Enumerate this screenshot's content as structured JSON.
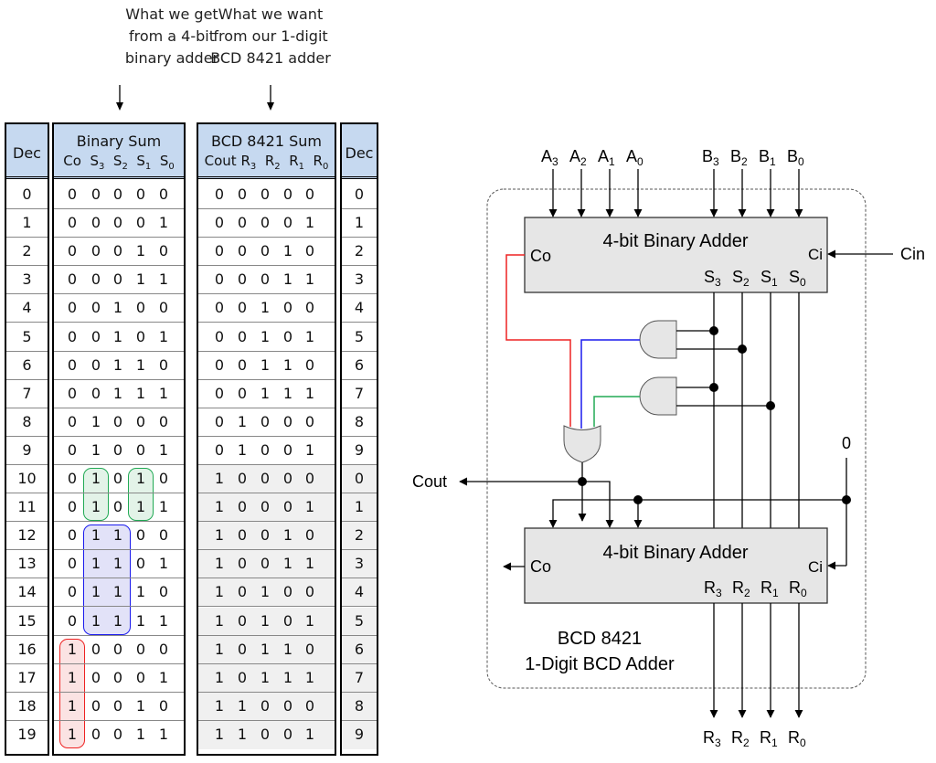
{
  "captions": {
    "left": [
      "What we get",
      "from a 4-bit",
      "binary adder"
    ],
    "right": [
      "What we want",
      "from our 1-digit",
      "BCD 8421 adder"
    ]
  },
  "table_left": {
    "dec_header": "Dec",
    "sum_title": "Binary Sum",
    "sum_cols": [
      {
        "base": "Co",
        "sub": ""
      },
      {
        "base": "S",
        "sub": "3"
      },
      {
        "base": "S",
        "sub": "2"
      },
      {
        "base": "S",
        "sub": "1"
      },
      {
        "base": "S",
        "sub": "0"
      }
    ],
    "rows": [
      {
        "dec": "0",
        "bits": [
          "0",
          "0",
          "0",
          "0",
          "0"
        ]
      },
      {
        "dec": "1",
        "bits": [
          "0",
          "0",
          "0",
          "0",
          "1"
        ]
      },
      {
        "dec": "2",
        "bits": [
          "0",
          "0",
          "0",
          "1",
          "0"
        ]
      },
      {
        "dec": "3",
        "bits": [
          "0",
          "0",
          "0",
          "1",
          "1"
        ]
      },
      {
        "dec": "4",
        "bits": [
          "0",
          "0",
          "1",
          "0",
          "0"
        ]
      },
      {
        "dec": "5",
        "bits": [
          "0",
          "0",
          "1",
          "0",
          "1"
        ]
      },
      {
        "dec": "6",
        "bits": [
          "0",
          "0",
          "1",
          "1",
          "0"
        ]
      },
      {
        "dec": "7",
        "bits": [
          "0",
          "0",
          "1",
          "1",
          "1"
        ]
      },
      {
        "dec": "8",
        "bits": [
          "0",
          "1",
          "0",
          "0",
          "0"
        ]
      },
      {
        "dec": "9",
        "bits": [
          "0",
          "1",
          "0",
          "0",
          "1"
        ]
      },
      {
        "dec": "10",
        "bits": [
          "0",
          "1",
          "0",
          "1",
          "0"
        ]
      },
      {
        "dec": "11",
        "bits": [
          "0",
          "1",
          "0",
          "1",
          "1"
        ]
      },
      {
        "dec": "12",
        "bits": [
          "0",
          "1",
          "1",
          "0",
          "0"
        ]
      },
      {
        "dec": "13",
        "bits": [
          "0",
          "1",
          "1",
          "0",
          "1"
        ]
      },
      {
        "dec": "14",
        "bits": [
          "0",
          "1",
          "1",
          "1",
          "0"
        ]
      },
      {
        "dec": "15",
        "bits": [
          "0",
          "1",
          "1",
          "1",
          "1"
        ]
      },
      {
        "dec": "16",
        "bits": [
          "1",
          "0",
          "0",
          "0",
          "0"
        ]
      },
      {
        "dec": "17",
        "bits": [
          "1",
          "0",
          "0",
          "0",
          "1"
        ]
      },
      {
        "dec": "18",
        "bits": [
          "1",
          "0",
          "0",
          "1",
          "0"
        ]
      },
      {
        "dec": "19",
        "bits": [
          "1",
          "0",
          "0",
          "1",
          "1"
        ]
      }
    ],
    "highlight_groups": [
      {
        "name": "s3-s1-group",
        "rows": [
          10,
          11
        ],
        "cols": [
          1
        ],
        "color": "#22aa55",
        "fill": "#e3f3e8"
      },
      {
        "name": "s3-s1-group-b",
        "rows": [
          10,
          11
        ],
        "cols": [
          3
        ],
        "color": "#22aa55",
        "fill": "#e3f3e8"
      },
      {
        "name": "s3-s2-group",
        "rows": [
          12,
          13,
          14,
          15
        ],
        "cols": [
          1,
          2
        ],
        "color": "#1a1aee",
        "fill": "#e2e2f8"
      },
      {
        "name": "co-group",
        "rows": [
          16,
          17,
          18,
          19
        ],
        "cols": [
          0
        ],
        "color": "#ee2222",
        "fill": "#fbe3e3"
      }
    ]
  },
  "table_right": {
    "dec_header": "Dec",
    "sum_title": "BCD 8421 Sum",
    "sum_cols": [
      {
        "base": "Cout",
        "sub": ""
      },
      {
        "base": "R",
        "sub": "3"
      },
      {
        "base": "R",
        "sub": "2"
      },
      {
        "base": "R",
        "sub": "1"
      },
      {
        "base": "R",
        "sub": "0"
      }
    ],
    "shaded_from_row": 10,
    "rows": [
      {
        "dec": "0",
        "bits": [
          "0",
          "0",
          "0",
          "0",
          "0"
        ]
      },
      {
        "dec": "1",
        "bits": [
          "0",
          "0",
          "0",
          "0",
          "1"
        ]
      },
      {
        "dec": "2",
        "bits": [
          "0",
          "0",
          "0",
          "1",
          "0"
        ]
      },
      {
        "dec": "3",
        "bits": [
          "0",
          "0",
          "0",
          "1",
          "1"
        ]
      },
      {
        "dec": "4",
        "bits": [
          "0",
          "0",
          "1",
          "0",
          "0"
        ]
      },
      {
        "dec": "5",
        "bits": [
          "0",
          "0",
          "1",
          "0",
          "1"
        ]
      },
      {
        "dec": "6",
        "bits": [
          "0",
          "0",
          "1",
          "1",
          "0"
        ]
      },
      {
        "dec": "7",
        "bits": [
          "0",
          "0",
          "1",
          "1",
          "1"
        ]
      },
      {
        "dec": "8",
        "bits": [
          "0",
          "1",
          "0",
          "0",
          "0"
        ]
      },
      {
        "dec": "9",
        "bits": [
          "0",
          "1",
          "0",
          "0",
          "1"
        ]
      },
      {
        "dec": "0",
        "bits": [
          "1",
          "0",
          "0",
          "0",
          "0"
        ]
      },
      {
        "dec": "1",
        "bits": [
          "1",
          "0",
          "0",
          "0",
          "1"
        ]
      },
      {
        "dec": "2",
        "bits": [
          "1",
          "0",
          "0",
          "1",
          "0"
        ]
      },
      {
        "dec": "3",
        "bits": [
          "1",
          "0",
          "0",
          "1",
          "1"
        ]
      },
      {
        "dec": "4",
        "bits": [
          "1",
          "0",
          "1",
          "0",
          "0"
        ]
      },
      {
        "dec": "5",
        "bits": [
          "1",
          "0",
          "1",
          "0",
          "1"
        ]
      },
      {
        "dec": "6",
        "bits": [
          "1",
          "0",
          "1",
          "1",
          "0"
        ]
      },
      {
        "dec": "7",
        "bits": [
          "1",
          "0",
          "1",
          "1",
          "1"
        ]
      },
      {
        "dec": "8",
        "bits": [
          "1",
          "1",
          "0",
          "0",
          "0"
        ]
      },
      {
        "dec": "9",
        "bits": [
          "1",
          "1",
          "0",
          "0",
          "1"
        ]
      }
    ]
  },
  "circuit": {
    "inputs_a": [
      {
        "base": "A",
        "sub": "3"
      },
      {
        "base": "A",
        "sub": "2"
      },
      {
        "base": "A",
        "sub": "1"
      },
      {
        "base": "A",
        "sub": "0"
      }
    ],
    "inputs_b": [
      {
        "base": "B",
        "sub": "3"
      },
      {
        "base": "B",
        "sub": "2"
      },
      {
        "base": "B",
        "sub": "1"
      },
      {
        "base": "B",
        "sub": "0"
      }
    ],
    "top_adder": {
      "title": "4-bit Binary Adder",
      "co_label": "Co",
      "ci_label": "Ci",
      "outputs": [
        {
          "base": "S",
          "sub": "3"
        },
        {
          "base": "S",
          "sub": "2"
        },
        {
          "base": "S",
          "sub": "1"
        },
        {
          "base": "S",
          "sub": "0"
        }
      ]
    },
    "cin_label": "Cin",
    "cout_label": "Cout",
    "zero_label": "0",
    "bottom_adder": {
      "title": "4-bit Binary Adder",
      "co_label": "Co",
      "ci_label": "Ci",
      "outputs": [
        {
          "base": "R",
          "sub": "3"
        },
        {
          "base": "R",
          "sub": "2"
        },
        {
          "base": "R",
          "sub": "1"
        },
        {
          "base": "R",
          "sub": "0"
        }
      ]
    },
    "final_outputs": [
      {
        "base": "R",
        "sub": "3"
      },
      {
        "base": "R",
        "sub": "2"
      },
      {
        "base": "R",
        "sub": "1"
      },
      {
        "base": "R",
        "sub": "0"
      }
    ],
    "box_label": [
      "BCD 8421",
      "1-Digit BCD Adder"
    ],
    "wire_colors": {
      "co": "#ee2222",
      "and1": "#1a1aee",
      "and2": "#22aa55"
    }
  }
}
